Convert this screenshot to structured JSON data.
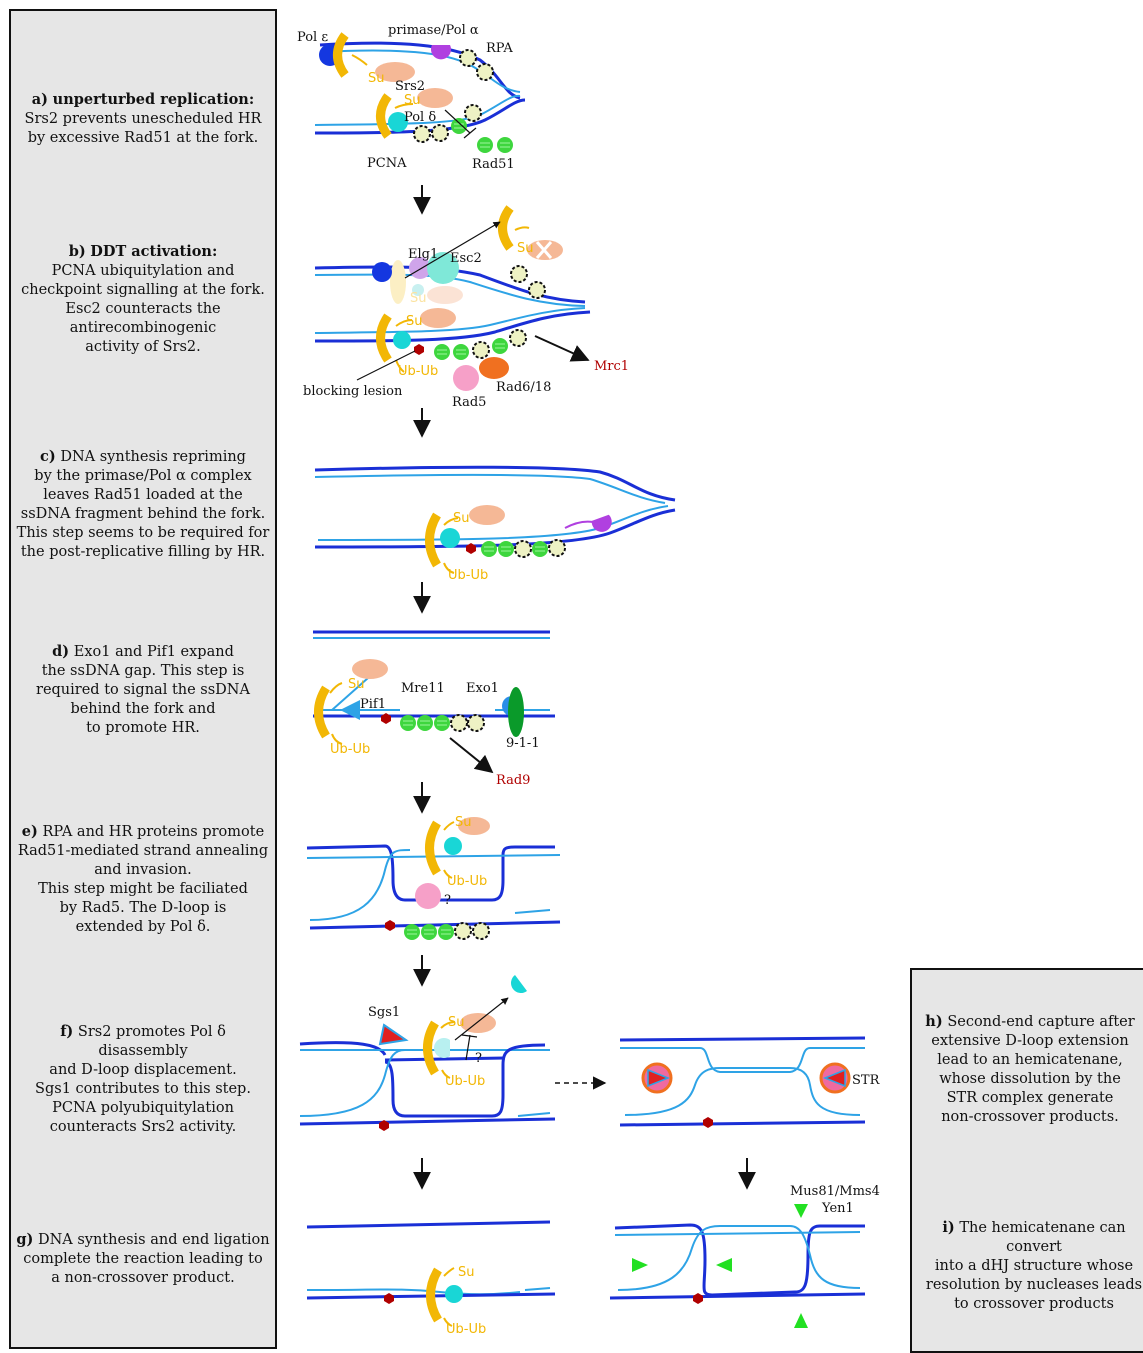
{
  "left_panel": {
    "steps": [
      {
        "letter": "a)",
        "bold": "unperturbed replication:",
        "lines": [
          "Srs2 prevents unescheduled HR",
          "by excessive Rad51 at the fork."
        ]
      },
      {
        "letter": "b)",
        "bold": "DDT activation:",
        "lines": [
          "PCNA ubiquitylation and",
          "checkpoint signalling at the fork.",
          "Esc2 counteracts the",
          "antirecombinogenic",
          "activity of Srs2."
        ]
      },
      {
        "letter": "c)",
        "text": "DNA synthesis repriming",
        "lines": [
          "by the primase/Pol α complex",
          "leaves Rad51 loaded at the",
          "ssDNA fragment behind the fork.",
          "This step seems to be required for",
          "the post-replicative filling by HR."
        ]
      },
      {
        "letter": "d)",
        "text": "Exo1 and Pif1 expand",
        "lines": [
          "the ssDNA gap. This step is",
          "required to signal the ssDNA",
          "behind the fork and",
          "to promote HR."
        ]
      },
      {
        "letter": "e)",
        "text": "RPA and HR proteins promote",
        "lines": [
          "Rad51-mediated strand annealing",
          "and invasion.",
          "This step might be faciliated",
          "by Rad5. The D-loop is",
          "extended by Pol δ."
        ]
      },
      {
        "letter": "f)",
        "text": "Srs2 promotes Pol δ disassembly",
        "lines": [
          "and D-loop displacement.",
          "Sgs1 contributes to this step.",
          "PCNA polyubiquitylation",
          "counteracts Srs2 activity."
        ]
      },
      {
        "letter": "g)",
        "text": "DNA synthesis and end ligation",
        "lines": [
          "complete the reaction leading to",
          "a non-crossover product."
        ]
      }
    ]
  },
  "right_panel": {
    "steps": [
      {
        "letter": "h)",
        "text": "Second-end capture after",
        "lines": [
          "extensive D-loop extension",
          "lead to an hemicatenane,",
          "whose dissolution by the",
          "STR complex generate",
          "non-crossover products."
        ]
      },
      {
        "letter": "i)",
        "text": "The hemicatenane can convert",
        "lines": [
          "into a dHJ structure whose",
          "resolution by nucleases leads",
          "to crossover products"
        ]
      }
    ]
  },
  "labels": {
    "pol_epsilon": "Pol ε",
    "primase": "primase/Pol α",
    "rpa": "RPA",
    "srs2": "Srs2",
    "pol_delta": "Pol δ",
    "pcna": "PCNA",
    "rad51": "Rad51",
    "su": "Su",
    "elg1": "Elg1",
    "esc2": "Esc2",
    "ubub": "Ub-Ub",
    "mrc1": "Mrc1",
    "blocking": "blocking lesion",
    "rad5": "Rad5",
    "rad618": "Rad6/18",
    "mre11": "Mre11",
    "exo1": "Exo1",
    "pif1": "Pif1",
    "nine11": "9-1-1",
    "rad9": "Rad9",
    "question": "?",
    "sgs1": "Sgs1",
    "str": "STR",
    "mus81": "Mus81/Mms4",
    "yen1": "Yen1"
  },
  "colors": {
    "dark_strand": "#1a2fd6",
    "light_strand": "#2ea3e6",
    "pcna": "#f2b705",
    "srs2": "#f5b896",
    "pol_delta": "#19d6d6",
    "rad51": "#3ed63e",
    "rpa": "#eef2c4",
    "primase": "#b040e0",
    "pol_epsilon": "#1437e0",
    "lesion": "#b00000",
    "rad5": "#f6a0c8",
    "rad618": "#f07020",
    "exo1": "#2a8ee8",
    "nine11": "#0a9a2a",
    "esc2": "#7fe8d8",
    "nuclease": "#22e022",
    "sgs1": "#e02020",
    "panel_bg": "#e6e6e6"
  }
}
